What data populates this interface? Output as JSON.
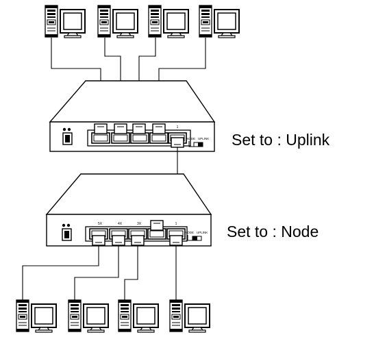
{
  "captions": {
    "upper": "Set to : Uplink",
    "lower": "Set to : Node"
  },
  "upper_switch": {
    "port_labels": [
      "",
      "",
      "",
      "",
      "1"
    ],
    "switch_labels": [
      "NODE",
      "UPLINK"
    ]
  },
  "lower_switch": {
    "port_labels": [
      "5X",
      "4X",
      "3X",
      "",
      "1"
    ],
    "switch_labels": [
      "NODE",
      "UPLINK"
    ]
  },
  "colors": {
    "line": "#000000",
    "fill": "#ffffff"
  },
  "icons": {
    "computer": "desktop-computer-icon",
    "hub": "ethernet-hub-icon"
  }
}
